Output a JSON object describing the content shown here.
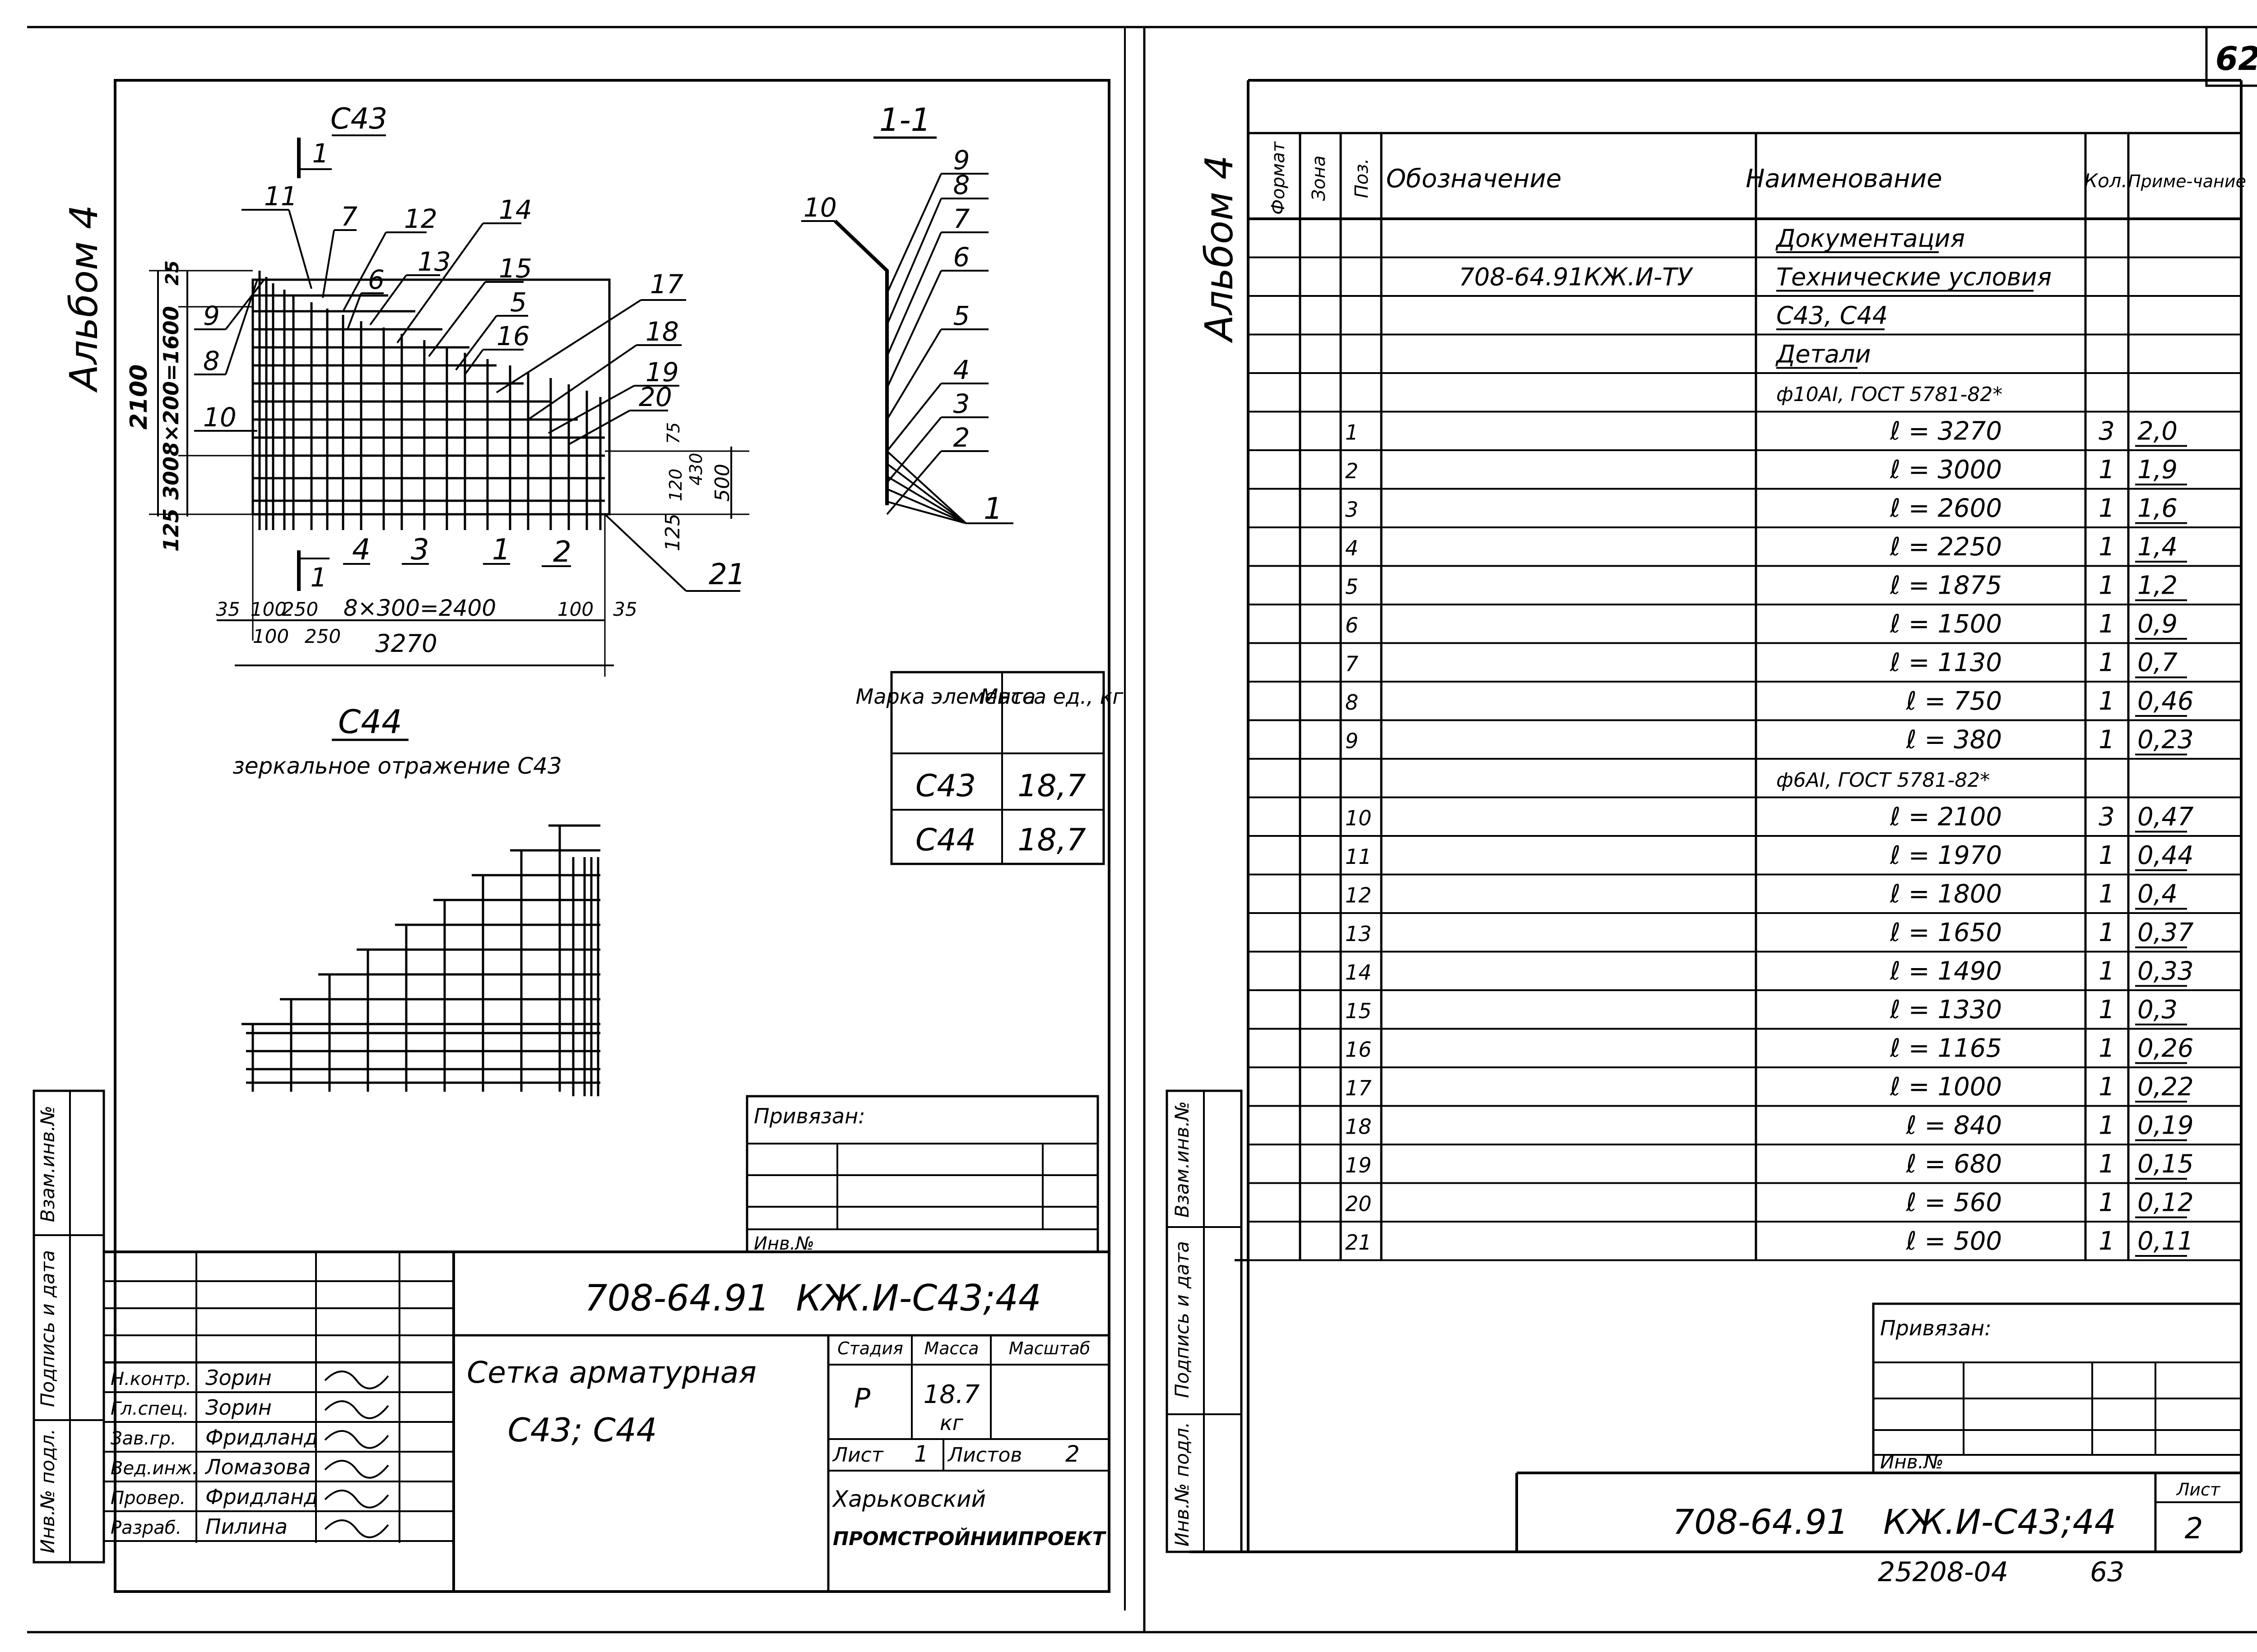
{
  "page_number": "62",
  "footer_codes": {
    "code": "25208-04",
    "next_page": "63"
  },
  "album_label": "Альбом 4",
  "side_stamp": [
    "Взам.инв.№",
    "Подпись и дата",
    "Инв.№ подл."
  ],
  "left_sheet": {
    "drawing": {
      "mark_c43": "С43",
      "section_mark": "1",
      "section_title": "1-1",
      "caption_c44": "С44",
      "caption_mirror": "зеркальное отражение С43",
      "dims": {
        "height_total": "2100",
        "height_pitch": "8×200=1600",
        "height_top": "25",
        "height_bottom_300": "300",
        "height_bottom_125": "125",
        "width_pitch": "8×300=2400",
        "width_total": "3270",
        "w_35_left": "35",
        "w_100_left": "100",
        "w_250_left": "250",
        "w_100_left_b": "100",
        "w_250_left_b": "250",
        "w_100_right": "100",
        "w_35_right": "35",
        "r_75": "75",
        "r_120": "120",
        "r_430": "430",
        "r_500": "500",
        "r_125": "125"
      },
      "pos_labels_plan": [
        "11",
        "7",
        "12",
        "14",
        "6",
        "13",
        "15",
        "5",
        "16",
        "17",
        "18",
        "19",
        "20",
        "9",
        "8",
        "10",
        "4",
        "3",
        "1",
        "2",
        "21",
        "1"
      ],
      "pos_labels_section": [
        "10",
        "9",
        "8",
        "7",
        "6",
        "5",
        "4",
        "3",
        "2",
        "1"
      ]
    },
    "mass_table": {
      "headers": [
        "Марка элемента",
        "Масса ед., кг"
      ],
      "rows": [
        [
          "С43",
          "18,7"
        ],
        [
          "С44",
          "18,7"
        ]
      ]
    },
    "privyazan": {
      "title": "Привязан:",
      "inv": "Инв.№"
    },
    "title_block": {
      "doc_code": "708-64.91",
      "doc_mark": "КЖ.И-С43;44",
      "name_line1": "Сетка арматурная",
      "name_line2": "С43; С44",
      "stage_header": "Стадия",
      "mass_header": "Масса",
      "scale_header": "Масштаб",
      "stage": "Р",
      "mass": "18.7",
      "mass_unit": "кг",
      "sheet_label": "Лист",
      "sheet": "1",
      "sheets_label": "Листов",
      "sheets": "2",
      "org_line1": "Харьковский",
      "org_line2": "ПРОМСТРОЙНИИПРОЕКТ",
      "people": [
        {
          "role": "Н.контр.",
          "name": "Зорин"
        },
        {
          "role": "Гл.спец.",
          "name": "Зорин"
        },
        {
          "role": "Зав.гр.",
          "name": "Фридланд"
        },
        {
          "role": "Вед.инж.",
          "name": "Ломазова"
        },
        {
          "role": "Провер.",
          "name": "Фридланд"
        },
        {
          "role": "Разраб.",
          "name": "Пилина"
        }
      ]
    }
  },
  "right_sheet": {
    "spec": {
      "headers": [
        "Формат",
        "Зона",
        "Поз.",
        "Обозначение",
        "Наименование",
        "Кол.",
        "Приме-чание"
      ],
      "rows": [
        {
          "pos": "",
          "designation": "",
          "name": "Документация",
          "qty": "",
          "note": "",
          "style": "section"
        },
        {
          "pos": "",
          "designation": "708-64.91КЖ.И-ТУ",
          "name": "Технические условия",
          "qty": "",
          "note": "",
          "style": "section"
        },
        {
          "pos": "",
          "designation": "",
          "name": "С43, С44",
          "qty": "",
          "note": "",
          "style": "section"
        },
        {
          "pos": "",
          "designation": "",
          "name": "Детали",
          "qty": "",
          "note": "",
          "style": "section"
        },
        {
          "pos": "",
          "designation": "",
          "name": "ф10АI, ГОСТ 5781-82*",
          "qty": "",
          "note": "",
          "style": "group"
        },
        {
          "pos": "1",
          "designation": "",
          "name": "ℓ = 3270",
          "qty": "3",
          "note": "2,0",
          "style": "item"
        },
        {
          "pos": "2",
          "designation": "",
          "name": "ℓ = 3000",
          "qty": "1",
          "note": "1,9",
          "style": "item"
        },
        {
          "pos": "3",
          "designation": "",
          "name": "ℓ = 2600",
          "qty": "1",
          "note": "1,6",
          "style": "item"
        },
        {
          "pos": "4",
          "designation": "",
          "name": "ℓ = 2250",
          "qty": "1",
          "note": "1,4",
          "style": "item"
        },
        {
          "pos": "5",
          "designation": "",
          "name": "ℓ = 1875",
          "qty": "1",
          "note": "1,2",
          "style": "item"
        },
        {
          "pos": "6",
          "designation": "",
          "name": "ℓ = 1500",
          "qty": "1",
          "note": "0,9",
          "style": "item"
        },
        {
          "pos": "7",
          "designation": "",
          "name": "ℓ = 1130",
          "qty": "1",
          "note": "0,7",
          "style": "item"
        },
        {
          "pos": "8",
          "designation": "",
          "name": "ℓ = 750",
          "qty": "1",
          "note": "0,46",
          "style": "item"
        },
        {
          "pos": "9",
          "designation": "",
          "name": "ℓ = 380",
          "qty": "1",
          "note": "0,23",
          "style": "item"
        },
        {
          "pos": "",
          "designation": "",
          "name": "ф6АI, ГОСТ 5781-82*",
          "qty": "",
          "note": "",
          "style": "group"
        },
        {
          "pos": "10",
          "designation": "",
          "name": "ℓ = 2100",
          "qty": "3",
          "note": "0,47",
          "style": "item"
        },
        {
          "pos": "11",
          "designation": "",
          "name": "ℓ = 1970",
          "qty": "1",
          "note": "0,44",
          "style": "item"
        },
        {
          "pos": "12",
          "designation": "",
          "name": "ℓ = 1800",
          "qty": "1",
          "note": "0,4",
          "style": "item"
        },
        {
          "pos": "13",
          "designation": "",
          "name": "ℓ = 1650",
          "qty": "1",
          "note": "0,37",
          "style": "item"
        },
        {
          "pos": "14",
          "designation": "",
          "name": "ℓ = 1490",
          "qty": "1",
          "note": "0,33",
          "style": "item"
        },
        {
          "pos": "15",
          "designation": "",
          "name": "ℓ = 1330",
          "qty": "1",
          "note": "0,3",
          "style": "item"
        },
        {
          "pos": "16",
          "designation": "",
          "name": "ℓ = 1165",
          "qty": "1",
          "note": "0,26",
          "style": "item"
        },
        {
          "pos": "17",
          "designation": "",
          "name": "ℓ = 1000",
          "qty": "1",
          "note": "0,22",
          "style": "item"
        },
        {
          "pos": "18",
          "designation": "",
          "name": "ℓ = 840",
          "qty": "1",
          "note": "0,19",
          "style": "item"
        },
        {
          "pos": "19",
          "designation": "",
          "name": "ℓ = 680",
          "qty": "1",
          "note": "0,15",
          "style": "item"
        },
        {
          "pos": "20",
          "designation": "",
          "name": "ℓ = 560",
          "qty": "1",
          "note": "0,12",
          "style": "item"
        },
        {
          "pos": "21",
          "designation": "",
          "name": "ℓ = 500",
          "qty": "1",
          "note": "0,11",
          "style": "item"
        }
      ]
    },
    "privyazan": {
      "title": "Привязан:",
      "inv": "Инв.№"
    },
    "title_block": {
      "doc_code": "708-64.91",
      "doc_mark": "КЖ.И-С43;44",
      "sheet_label": "Лист",
      "sheet": "2"
    }
  }
}
